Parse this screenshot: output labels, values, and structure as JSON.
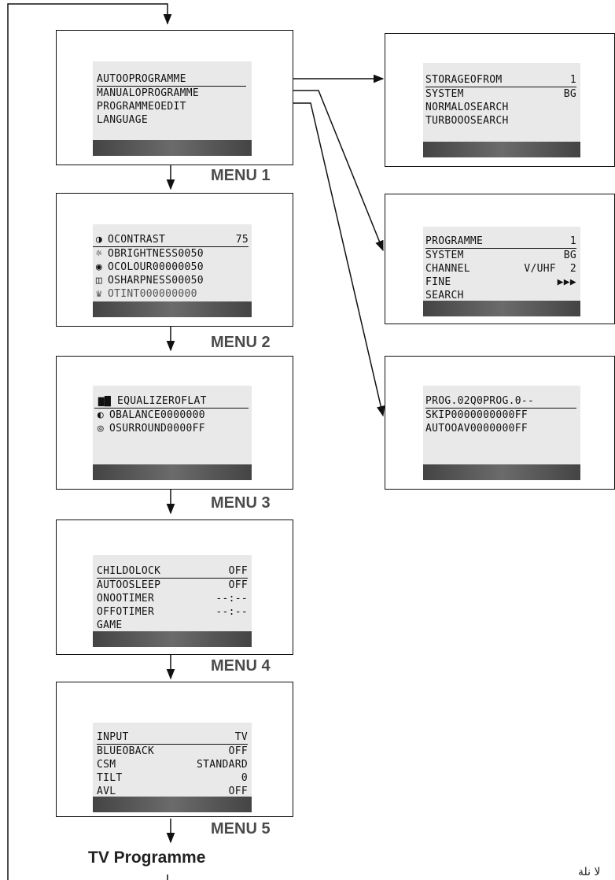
{
  "menu1": {
    "label": "MENU 1",
    "items": [
      "AUTOOPROGRAMME",
      "MANUALOPROGRAMME",
      "PROGRAMMEOEDIT",
      "LANGUAGE"
    ]
  },
  "menu2": {
    "label": "MENU 2",
    "rows": [
      {
        "icon": "contrast-icon",
        "text": "OCONTRAST",
        "value": "75"
      },
      {
        "icon": "brightness-icon",
        "text": "OBRIGHTNESS0050",
        "value": ""
      },
      {
        "icon": "colour-icon",
        "text": "OCOLOUR00000050",
        "value": ""
      },
      {
        "icon": "sharpness-icon",
        "text": "OSHARPNESS00050",
        "value": ""
      },
      {
        "icon": "tint-icon",
        "text": "OTINT000000000",
        "value": ""
      }
    ]
  },
  "menu3": {
    "label": "MENU 3",
    "rows": [
      {
        "icon": "equalizer-icon",
        "text": "EQUALIZEROFLAT"
      },
      {
        "icon": "balance-icon",
        "text": "OBALANCE0000000"
      },
      {
        "icon": "surround-icon",
        "text": "OSURROUND0000FF"
      }
    ]
  },
  "menu4": {
    "label": "MENU 4",
    "rows": [
      {
        "text": "CHILDOLOCK",
        "value": "OFF"
      },
      {
        "text": "AUTOOSLEEP",
        "value": "OFF"
      },
      {
        "text": "ONOOTIMER",
        "value": "--:--"
      },
      {
        "text": "OFFOTIMER",
        "value": "--:--"
      },
      {
        "text": "GAME",
        "value": ""
      }
    ]
  },
  "menu5": {
    "label": "MENU 5",
    "rows": [
      {
        "text": "INPUT",
        "value": "TV"
      },
      {
        "text": "BLUEOBACK",
        "value": "OFF"
      },
      {
        "text": "CSM",
        "value": "STANDARD"
      },
      {
        "text": "TILT",
        "value": "0"
      },
      {
        "text": "AVL",
        "value": "OFF"
      }
    ]
  },
  "auto_programme": {
    "rows": [
      {
        "text": "STORAGEOFROM",
        "value": "1"
      },
      {
        "text": "SYSTEM",
        "value": "BG"
      },
      {
        "text": "NORMALOSEARCH",
        "value": ""
      },
      {
        "text": "TURBOOOSEARCH",
        "value": ""
      }
    ]
  },
  "manual_programme": {
    "rows": [
      {
        "text": "PROGRAMME",
        "mid": "",
        "value": "1"
      },
      {
        "text": "SYSTEM",
        "mid": "",
        "value": "BG"
      },
      {
        "text": "CHANNEL",
        "mid": "V/UHF",
        "value": "2"
      },
      {
        "text": "FINE",
        "mid": "",
        "value": "▶▶▶"
      },
      {
        "text": "SEARCH",
        "mid": "",
        "value": ""
      }
    ]
  },
  "programme_edit": {
    "rows": [
      {
        "text": "PROG.02Q0PROG.0--"
      },
      {
        "text": "SKIP0000000000FF"
      },
      {
        "text": "AUTOOAV0000000FF"
      }
    ]
  },
  "tv_programme_label": "TV Programme",
  "corner_text": "لا نلة"
}
